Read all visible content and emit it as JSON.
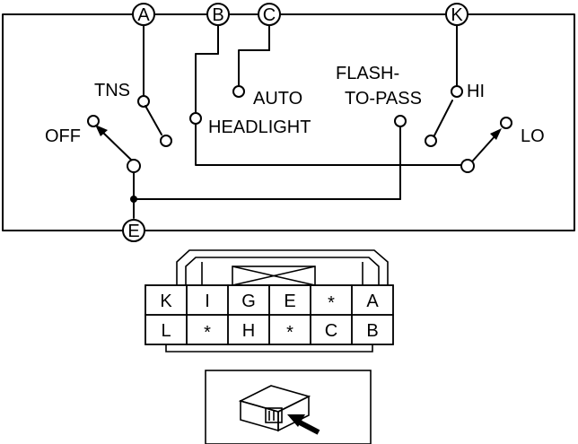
{
  "pins": {
    "A": "A",
    "B": "B",
    "C": "C",
    "K": "K",
    "E": "E"
  },
  "labels": {
    "tns": "TNS",
    "off": "OFF",
    "auto": "AUTO",
    "headlight": "HEADLIGHT",
    "flash_line1": "FLASH-",
    "flash_line2": "TO-PASS",
    "hi": "HI",
    "lo": "LO"
  },
  "connector": {
    "rows": [
      [
        "K",
        "I",
        "G",
        "E",
        "*",
        "A"
      ],
      [
        "L",
        "*",
        "H",
        "*",
        "C",
        "B"
      ]
    ]
  }
}
